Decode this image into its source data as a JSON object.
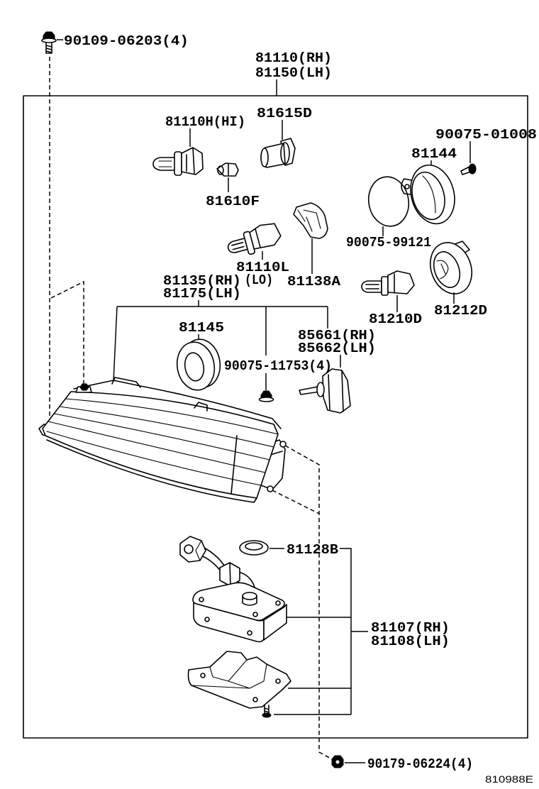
{
  "labels": {
    "bolt_top": "90109-06203(4)",
    "assembly_rh": "81110(RH)",
    "assembly_lh": "81150(LH)",
    "bulb_hi": "81110H(HI)",
    "socket_top": "81615D",
    "cap_screw": "90075-01008",
    "cap": "81144",
    "small_bulb": "81610F",
    "gasket": "90075-99121",
    "bulb_lo": "81110L",
    "bulb_lo_tag": "(LO)",
    "clip": "81138A",
    "unit_rh": "81135(RH)",
    "unit_lh": "81175(LH)",
    "ring": "81145",
    "side_bulb": "81210D",
    "side_cover": "81212D",
    "discharge_rh": "85661(RH)",
    "discharge_lh": "85662(LH)",
    "unit_nut": "90075-11753(4)",
    "grommet": "81128B",
    "ballast_rh": "81107(RH)",
    "ballast_lh": "81108(LH)",
    "bottom_nut": "90179-06224(4)"
  },
  "figure_ref": "810988E"
}
